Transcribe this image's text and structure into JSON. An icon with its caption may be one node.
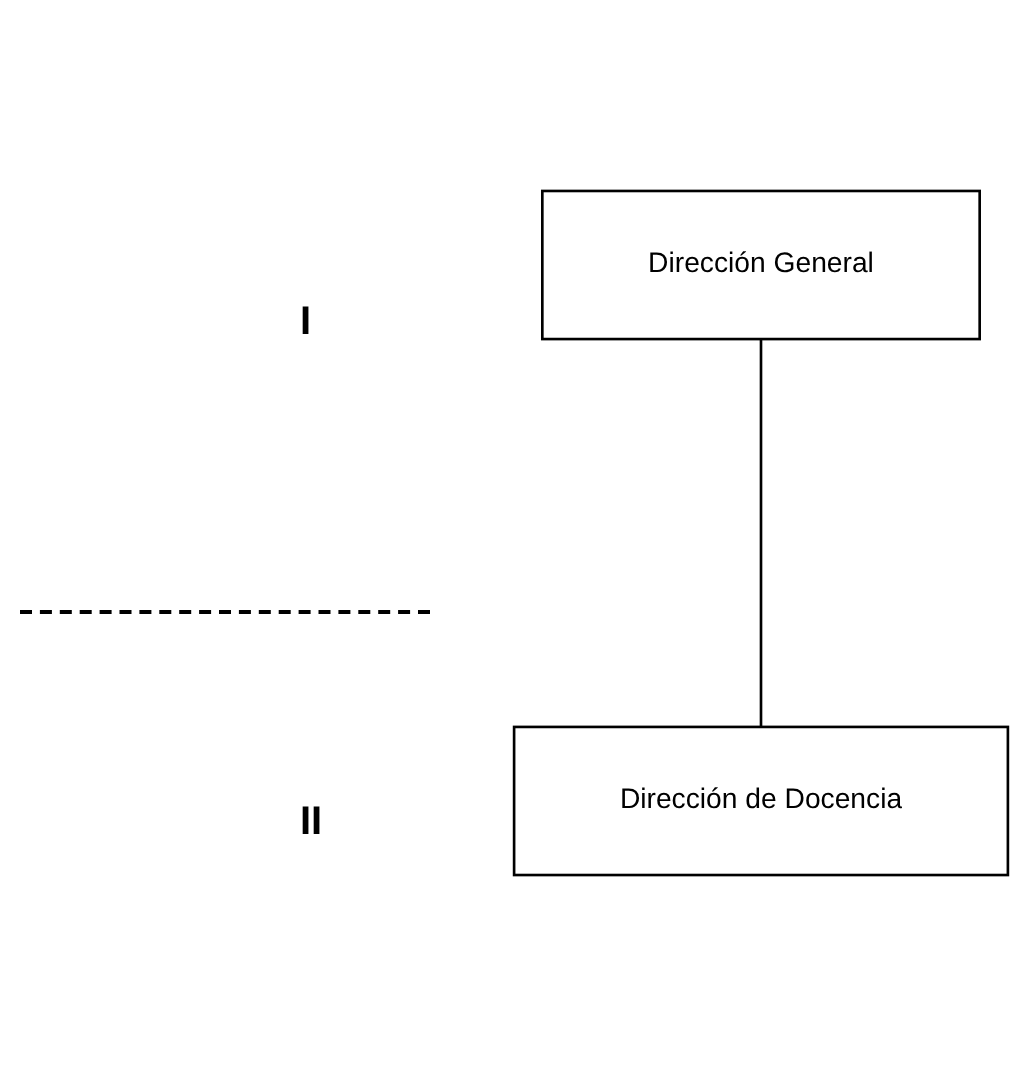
{
  "diagram": {
    "nodes": [
      {
        "text": [
          "Dirección General"
        ]
      },
      {
        "text": [
          "Dirección de Docencia"
        ]
      }
    ],
    "edges": [
      {
        "from": 0,
        "to": 1,
        "arrow": "none"
      }
    ],
    "labels": [
      "I",
      "II"
    ]
  }
}
